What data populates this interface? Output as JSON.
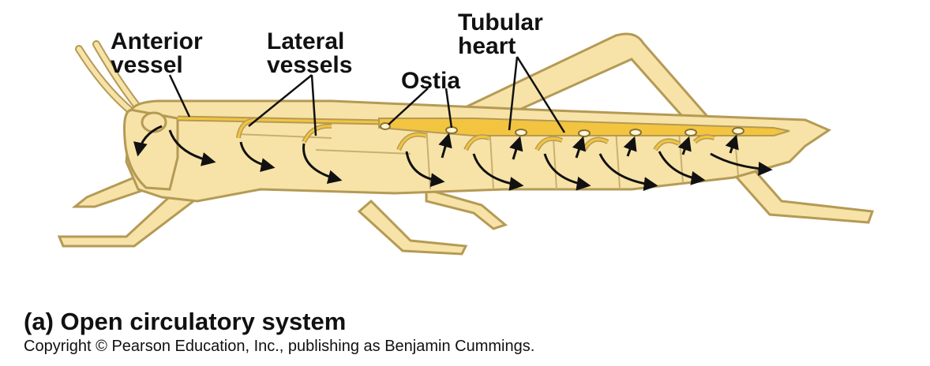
{
  "labels": {
    "anterior_vessel": [
      "Anterior",
      "vessel"
    ],
    "lateral_vessels": [
      "Lateral",
      "vessels"
    ],
    "ostia": "Ostia",
    "tubular_heart": [
      "Tubular",
      "heart"
    ]
  },
  "caption": "(a) Open circulatory system",
  "copyright": "Copyright © Pearson Education, Inc., publishing as Benjamin Cummings.",
  "colors": {
    "body": "#f7e3a7",
    "outline": "#b59a55",
    "heart": "#f2c440",
    "arrow": "#111111"
  }
}
